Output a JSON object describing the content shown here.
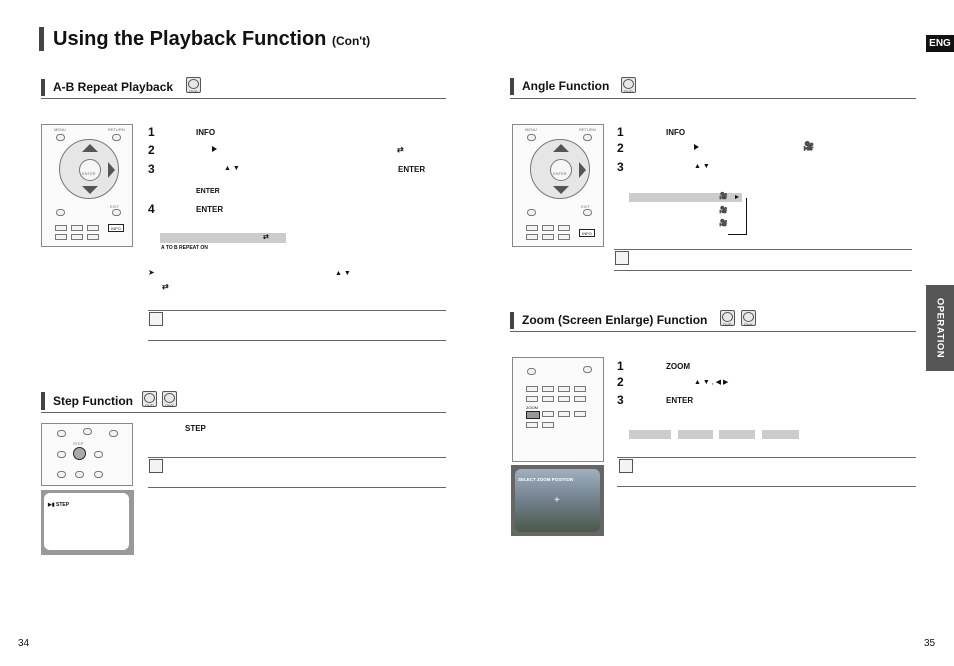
{
  "header": {
    "title": "Using the Playback Function",
    "suffix": "(Con't)",
    "lang_badge": "ENG"
  },
  "side_tab": "OPERATION",
  "pages": {
    "left": "34",
    "right": "35"
  },
  "sections": {
    "ab_repeat": {
      "title": "A-B Repeat Playback",
      "steps": [
        {
          "num": "1",
          "kw": "INFO"
        },
        {
          "num": "2"
        },
        {
          "num": "3",
          "kw": "ENTER",
          "sub_kw": "ENTER"
        },
        {
          "num": "4",
          "kw": "ENTER"
        }
      ],
      "osd_caption": "A TO B REPEAT ON"
    },
    "step": {
      "title": "Step Function",
      "kw": "STEP",
      "screen_label": "▶▮ STEP"
    },
    "angle": {
      "title": "Angle Function",
      "steps": [
        {
          "num": "1",
          "kw": "INFO"
        },
        {
          "num": "2"
        },
        {
          "num": "3"
        }
      ]
    },
    "zoom": {
      "title": "Zoom (Screen Enlarge) Function",
      "steps": [
        {
          "num": "1",
          "kw": "ZOOM"
        },
        {
          "num": "2"
        },
        {
          "num": "3",
          "kw": "ENTER"
        }
      ],
      "screen_label": "SELECT ZOOM POSITION",
      "remote_zoom_label": "ZOOM"
    }
  },
  "remote_labels": {
    "menu": "MENU",
    "return": "RETURN",
    "enter": "ENTER",
    "exit": "EXIT",
    "info": "INFO",
    "step": "STEP"
  },
  "icons": {
    "disc_a": "DVD",
    "disc_b": "DivX"
  }
}
